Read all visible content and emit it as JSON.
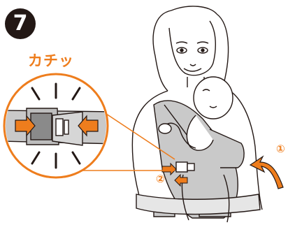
{
  "step": {
    "number": "7"
  },
  "sound_text": "カチッ",
  "markers": {
    "first": "①",
    "second": "②"
  },
  "colors": {
    "accent": "#ee7d1d",
    "badge": "#231815",
    "carrier": "#c9c9c9",
    "line": "#231815"
  },
  "icons": {
    "click_burst": "burst-lines",
    "push_arrows": "arrow-left-right",
    "rotate_arrow": "curved-arrow"
  }
}
